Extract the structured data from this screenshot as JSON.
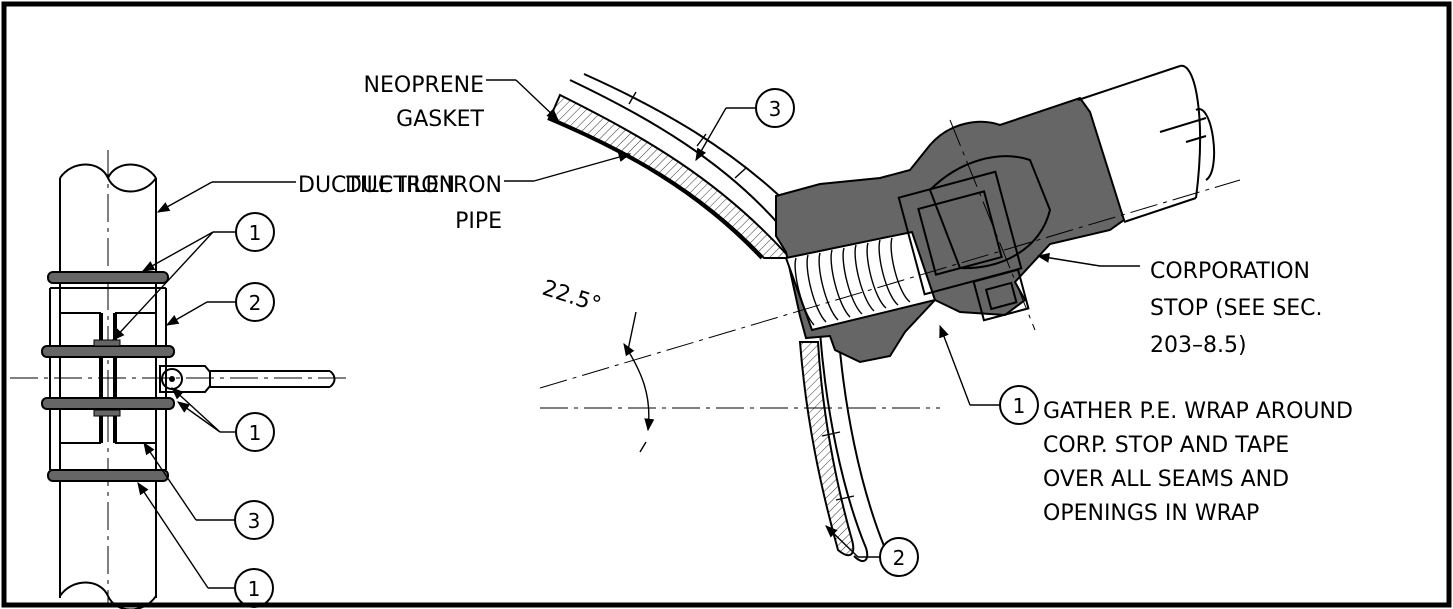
{
  "labels": {
    "neoprene_l1": "NEOPRENE",
    "neoprene_l2": "GASKET",
    "ductile_iron_pipe": "DUCTILE IRON",
    "ductile_iron_l1": "DUCTILE IRON",
    "ductile_iron_l2": "PIPE",
    "corp_l1": "CORPORATION",
    "corp_l2": "STOP (SEE SEC.",
    "corp_l3": "203–8.5)",
    "gather_l1": "GATHER P.E. WRAP AROUND",
    "gather_l2": "CORP. STOP AND TAPE",
    "gather_l3": "OVER ALL SEAMS AND",
    "gather_l4": "OPENINGS IN WRAP",
    "angle": "22.5°"
  },
  "callouts": {
    "c1": "1",
    "c2": "2",
    "c3": "3"
  },
  "colors": {
    "line": "#000000",
    "fill_dark": "#666666",
    "background": "#ffffff"
  }
}
